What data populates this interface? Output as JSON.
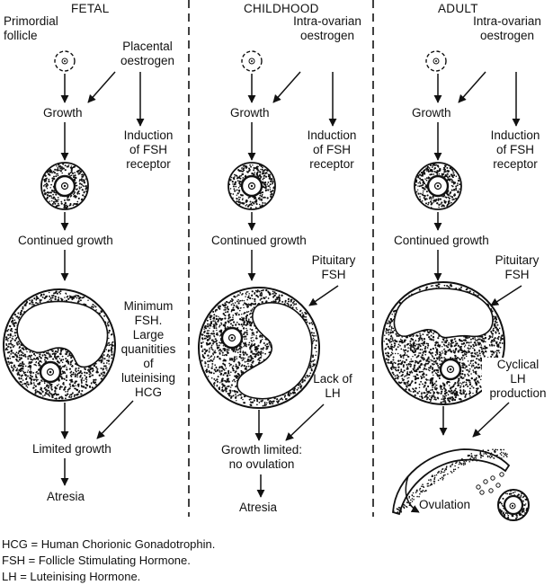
{
  "columns": {
    "fetal": {
      "header": "FETAL",
      "primordial": "Primordial\nfollicle",
      "oestrogen": "Placental\noestrogen",
      "growth": "Growth",
      "induction": "Induction\nof FSH\nreceptor",
      "continued": "Continued growth",
      "stimulus": "Minimum\nFSH.\nLarge\nquanitities\nof\nluteinising\nHCG",
      "result": "Limited growth",
      "outcome": "Atresia"
    },
    "childhood": {
      "header": "CHILDHOOD",
      "oestrogen": "Intra-ovarian\noestrogen",
      "growth": "Growth",
      "induction": "Induction\nof FSH\nreceptor",
      "continued": "Continued growth",
      "pituitary": "Pituitary\nFSH",
      "lack": "Lack of\nLH",
      "result": "Growth limited:\nno ovulation",
      "outcome": "Atresia"
    },
    "adult": {
      "header": "ADULT",
      "oestrogen": "Intra-ovarian\noestrogen",
      "growth": "Growth",
      "induction": "Induction\nof FSH\nreceptor",
      "continued": "Continued growth",
      "pituitary": "Pituitary\nFSH",
      "cyclical": "Cyclical\nLH\nproduction",
      "outcome": "Ovulation"
    }
  },
  "legend": [
    "HCG = Human Chorionic Gonadotrophin.",
    "FSH = Follicle Stimulating Hormone.",
    "LH = Luteinising Hormone."
  ]
}
